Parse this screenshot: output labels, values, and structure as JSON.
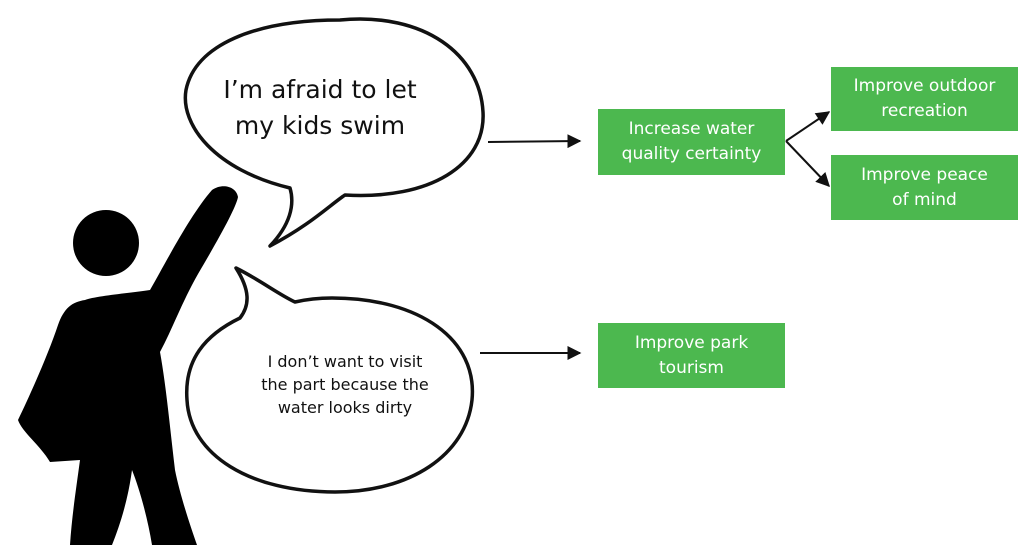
{
  "bubbles": {
    "top": {
      "line1": "I’m afraid to let",
      "line2": "my kids swim"
    },
    "bottom": {
      "line1": "I don’t want to visit",
      "line2": "the part because the",
      "line3": "water looks dirty"
    }
  },
  "boxes": {
    "water_quality": {
      "line1": "Increase water",
      "line2": "quality certainty"
    },
    "outdoor_recreation": {
      "line1": "Improve outdoor",
      "line2": "recreation"
    },
    "peace_of_mind": {
      "line1": "Improve peace",
      "line2": "of mind"
    },
    "park_tourism": {
      "line1": "Improve park",
      "line2": "tourism"
    }
  },
  "colors": {
    "box_fill": "#4cb84f",
    "box_text": "#ffffff",
    "figure": "#000000",
    "bubble_stroke": "#111111",
    "arrow": "#111111"
  }
}
